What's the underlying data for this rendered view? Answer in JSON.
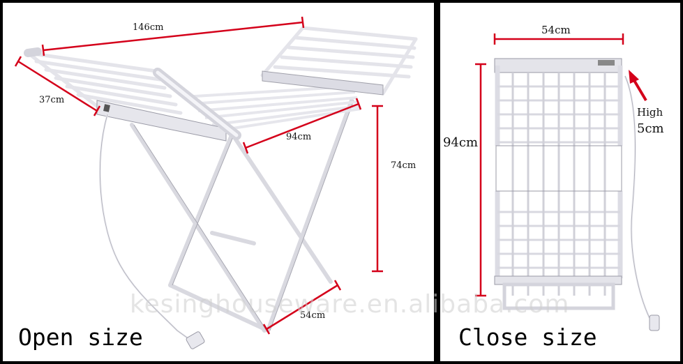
{
  "open_panel": {
    "dim_width": "146cm",
    "dim_wing": "37cm",
    "dim_center": "94cm",
    "dim_height": "74cm",
    "dim_base": "54cm",
    "caption": "Open size"
  },
  "close_panel": {
    "dim_width": "54cm",
    "dim_length": "94cm",
    "dim_high_label": "High",
    "dim_high_value": "5cm",
    "caption": "Close size"
  },
  "watermark": "kesinghouseware.en.alibaba.com",
  "colors": {
    "dimension_line": "#d4001a",
    "frame": "#e4e4ea",
    "frame_edge": "#9a9aa6",
    "background": "#000000"
  }
}
